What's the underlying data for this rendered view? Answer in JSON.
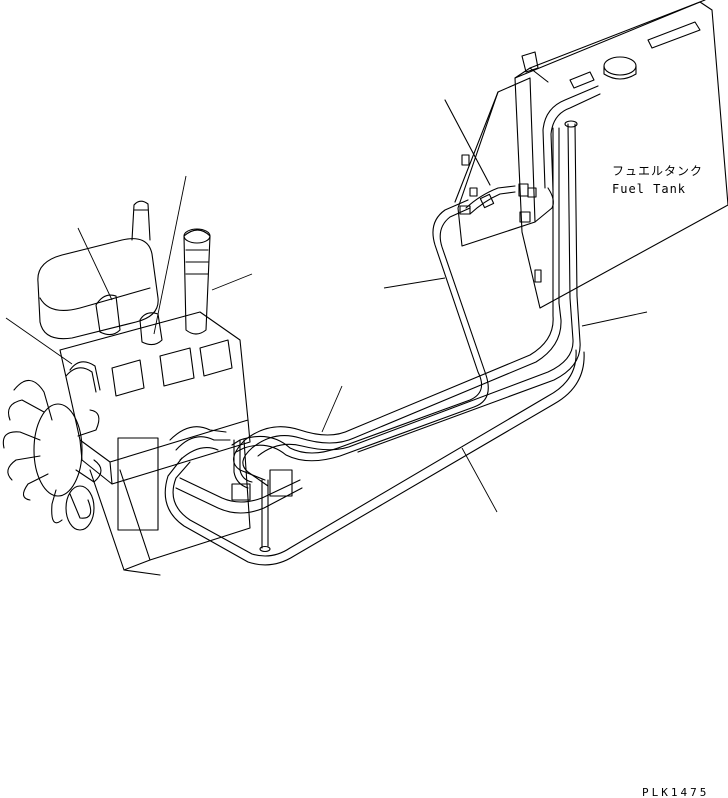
{
  "diagram": {
    "tank_label_jp": "フュエルタンク",
    "tank_label_en": "Fuel Tank",
    "drawing_code": "PLK1475"
  },
  "colors": {
    "line": "#000000",
    "background": "#ffffff"
  }
}
